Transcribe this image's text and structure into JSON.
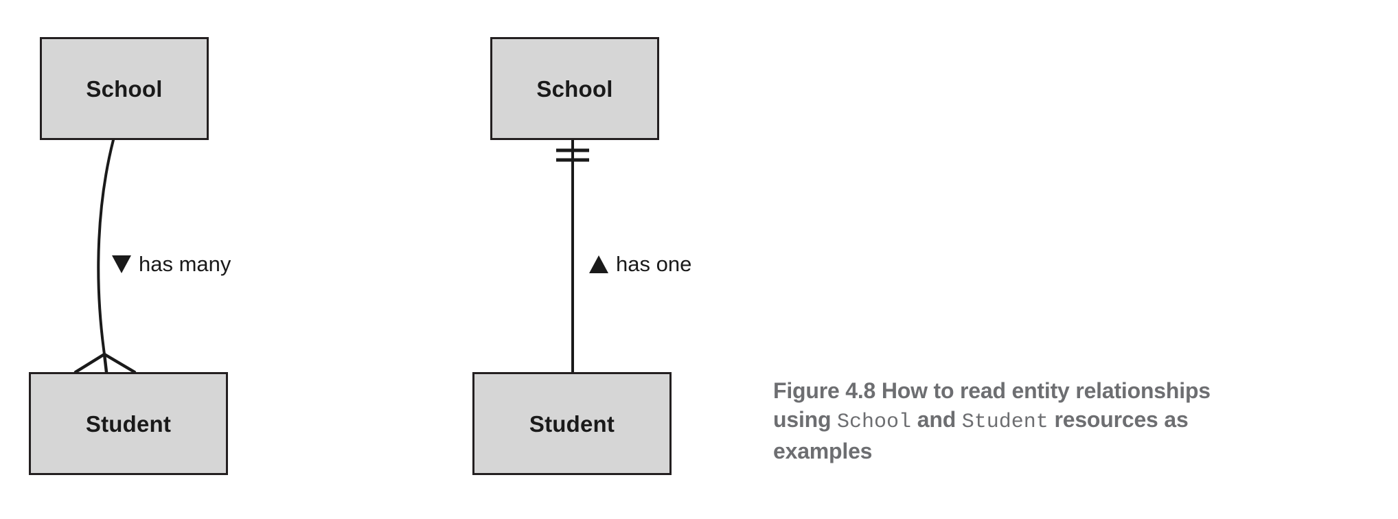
{
  "figure": {
    "caption_number": "Figure 4.8",
    "caption_gap": "   ",
    "caption_part1": "How to read entity relationships using ",
    "caption_code1": "School",
    "caption_part2": " and ",
    "caption_code2": "Student",
    "caption_part3": " resources as examples",
    "caption_full": "Figure 4.8   How to read entity relationships using School and Student resources as examples"
  },
  "colors": {
    "entity_fill": "#d6d6d6",
    "entity_stroke": "#231f20",
    "line": "#1a1a1a",
    "caption_text": "#6d6e71",
    "background": "#ffffff"
  },
  "diagrams": [
    {
      "id": "has-many",
      "parent_entity": "School",
      "child_entity": "Student",
      "relationship_label": "has many",
      "relationship_marker": "triangle-down-icon",
      "parent_cardinality": "none",
      "child_cardinality": "crows-foot-many",
      "connector_style": "curved"
    },
    {
      "id": "has-one",
      "parent_entity": "School",
      "child_entity": "Student",
      "relationship_label": "has one",
      "relationship_marker": "triangle-up-icon",
      "parent_cardinality": "one-and-only-one-double-tick",
      "child_cardinality": "none",
      "connector_style": "straight"
    }
  ]
}
